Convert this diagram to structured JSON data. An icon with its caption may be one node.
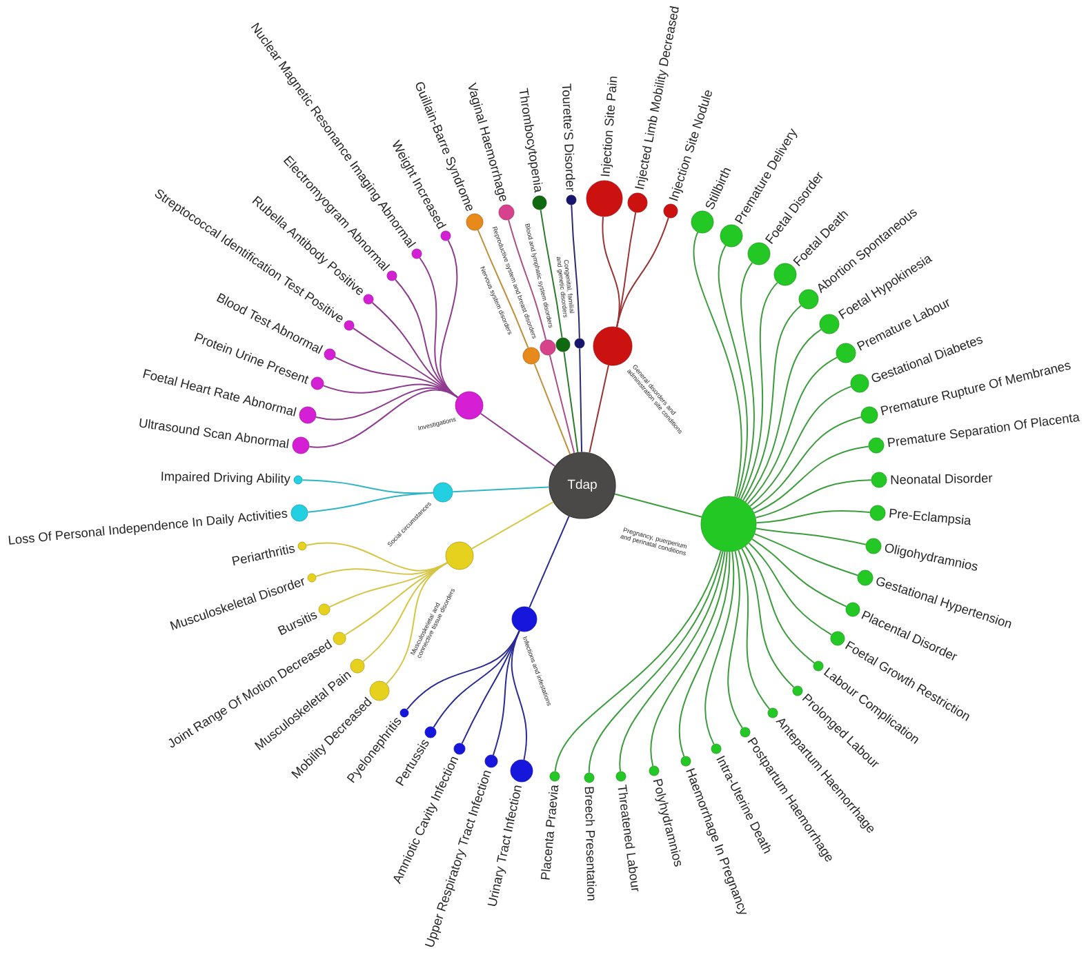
{
  "diagram": {
    "nodes": [
      {
        "text": [
          "Tdap"
        ]
      },
      {
        "text": [],
        "shape": "circle",
        "beside": [
          "Investigations"
        ]
      },
      {
        "text": [],
        "shape": "circle",
        "beside": [
          "Ultrasound Scan Abnormal"
        ]
      },
      {
        "text": [],
        "shape": "circle",
        "beside": [
          "Foetal Heart Rate Abnormal"
        ]
      },
      {
        "text": [],
        "shape": "circle",
        "beside": [
          "Protein Urine Present"
        ]
      },
      {
        "text": [],
        "shape": "circle",
        "beside": [
          "Blood Test Abnormal"
        ]
      },
      {
        "text": [],
        "shape": "circle",
        "beside": [
          "Streptococcal Identification Test Positive"
        ]
      },
      {
        "text": [],
        "shape": "circle",
        "beside": [
          "Rubella Antibody Positive"
        ]
      },
      {
        "text": [],
        "shape": "circle",
        "beside": [
          "Electromyogram Abnormal"
        ]
      },
      {
        "text": [],
        "shape": "circle",
        "beside": [
          "Nuclear Magnetic Resonance Imaging Abnormal"
        ]
      },
      {
        "text": [],
        "shape": "circle",
        "beside": [
          "Weight Increased"
        ]
      },
      {
        "text": [],
        "shape": "circle",
        "beside": [
          "Nervous system disorders"
        ]
      },
      {
        "text": [],
        "shape": "circle",
        "beside": [
          "Guillain-Barre Syndrome"
        ]
      },
      {
        "text": [],
        "shape": "circle",
        "beside": [
          "Reproductive system and breast disorders"
        ]
      },
      {
        "text": [],
        "shape": "circle",
        "beside": [
          "Vaginal Haemorrhage"
        ]
      },
      {
        "text": [],
        "shape": "circle",
        "beside": [
          "Blood and lymphatic system disorders"
        ]
      },
      {
        "text": [],
        "shape": "circle",
        "beside": [
          "Thrombocytopenia"
        ]
      },
      {
        "text": [],
        "shape": "circle",
        "beside": [
          "Congenital, familial and genetic disorders"
        ]
      },
      {
        "text": [],
        "shape": "circle",
        "beside": [
          "Tourette'S Disorder"
        ]
      },
      {
        "text": [],
        "shape": "circle",
        "beside": [
          "General disorders and administration site conditions"
        ]
      },
      {
        "text": [],
        "shape": "circle",
        "beside": [
          "Injection Site Pain"
        ]
      },
      {
        "text": [],
        "shape": "circle",
        "beside": [
          "Injected Limb Mobility Decreased"
        ]
      },
      {
        "text": [],
        "shape": "circle",
        "beside": [
          "Injection Site Nodule"
        ]
      },
      {
        "text": [],
        "shape": "circle",
        "beside": [
          "Pregnancy, puerperium and perinatal conditions"
        ]
      },
      {
        "text": [],
        "shape": "circle",
        "beside": [
          "Stillbirth"
        ]
      },
      {
        "text": [],
        "shape": "circle",
        "beside": [
          "Premature Delivery"
        ]
      },
      {
        "text": [],
        "shape": "circle",
        "beside": [
          "Foetal Disorder"
        ]
      },
      {
        "text": [],
        "shape": "circle",
        "beside": [
          "Foetal Death"
        ]
      },
      {
        "text": [],
        "shape": "circle",
        "beside": [
          "Abortion Spontaneous"
        ]
      },
      {
        "text": [],
        "shape": "circle",
        "beside": [
          "Foetal Hypokinesia"
        ]
      },
      {
        "text": [],
        "shape": "circle",
        "beside": [
          "Premature Labour"
        ]
      },
      {
        "text": [],
        "shape": "circle",
        "beside": [
          "Gestational Diabetes"
        ]
      },
      {
        "text": [],
        "shape": "circle",
        "beside": [
          "Premature Rupture Of Membranes"
        ]
      },
      {
        "text": [],
        "shape": "circle",
        "beside": [
          "Premature Separation Of Placenta"
        ]
      },
      {
        "text": [],
        "shape": "circle",
        "beside": [
          "Neonatal Disorder"
        ]
      },
      {
        "text": [],
        "shape": "circle",
        "beside": [
          "Pre-Eclampsia"
        ]
      },
      {
        "text": [],
        "shape": "circle",
        "beside": [
          "Oligohydramnios"
        ]
      },
      {
        "text": [],
        "shape": "circle",
        "beside": [
          "Gestational Hypertension"
        ]
      },
      {
        "text": [],
        "shape": "circle",
        "beside": [
          "Placental Disorder"
        ]
      },
      {
        "text": [],
        "shape": "circle",
        "beside": [
          "Foetal Growth Restriction"
        ]
      },
      {
        "text": [],
        "shape": "circle",
        "beside": [
          "Labour Complication"
        ]
      },
      {
        "text": [],
        "shape": "circle",
        "beside": [
          "Prolonged Labour"
        ]
      },
      {
        "text": [],
        "shape": "circle",
        "beside": [
          "Antepartum Haemorrhage"
        ]
      },
      {
        "text": [],
        "shape": "circle",
        "beside": [
          "Postpartum Haemorrhage"
        ]
      },
      {
        "text": [],
        "shape": "circle",
        "beside": [
          "Intra-Uterine Death"
        ]
      },
      {
        "text": [],
        "shape": "circle",
        "beside": [
          "Haemorrhage In Pregnancy"
        ]
      },
      {
        "text": [],
        "shape": "circle",
        "beside": [
          "Polyhydramnios"
        ]
      },
      {
        "text": [],
        "shape": "circle",
        "beside": [
          "Threatened Labour"
        ]
      },
      {
        "text": [],
        "shape": "circle",
        "beside": [
          "Breech Presentation"
        ]
      },
      {
        "text": [],
        "shape": "circle",
        "beside": [
          "Placenta Praevia"
        ]
      },
      {
        "text": [],
        "shape": "circle",
        "beside": [
          "Infections and infestations"
        ]
      },
      {
        "text": [],
        "shape": "circle",
        "beside": [
          "Urinary Tract Infection"
        ]
      },
      {
        "text": [],
        "shape": "circle",
        "beside": [
          "Upper Respiratory Tract Infection"
        ]
      },
      {
        "text": [],
        "shape": "circle",
        "beside": [
          "Amniotic Cavity Infection"
        ]
      },
      {
        "text": [],
        "shape": "circle",
        "beside": [
          "Pertussis"
        ]
      },
      {
        "text": [],
        "shape": "circle",
        "beside": [
          "Pyelonephritis"
        ]
      },
      {
        "text": [],
        "shape": "circle",
        "beside": [
          "Musculoskeletal and connective tissue disorders"
        ]
      },
      {
        "text": [],
        "shape": "circle",
        "beside": [
          "Mobility Decreased"
        ]
      },
      {
        "text": [],
        "shape": "circle",
        "beside": [
          "Musculoskeletal Pain"
        ]
      },
      {
        "text": [],
        "shape": "circle",
        "beside": [
          "Joint Range Of Motion Decreased"
        ]
      },
      {
        "text": [],
        "shape": "circle",
        "beside": [
          "Bursitis"
        ]
      },
      {
        "text": [],
        "shape": "circle",
        "beside": [
          "Musculoskeletal Disorder"
        ]
      },
      {
        "text": [],
        "shape": "circle",
        "beside": [
          "Periarthritis"
        ]
      },
      {
        "text": [],
        "shape": "circle",
        "beside": [
          "Social circumstances"
        ]
      },
      {
        "text": [],
        "shape": "circle",
        "beside": [
          "Loss Of Personal Independence In Daily Activities"
        ]
      },
      {
        "text": [],
        "shape": "circle",
        "beside": [
          "Impaired Driving Ability"
        ]
      }
    ],
    "edges": [
      {
        "from": 0,
        "to": 1,
        "arrow": "none",
        "color": "#8e3a8e"
      },
      {
        "from": 1,
        "to": 2,
        "arrow": "none",
        "color": "#8e3a8e"
      },
      {
        "from": 1,
        "to": 3,
        "arrow": "none",
        "color": "#8e3a8e"
      },
      {
        "from": 1,
        "to": 4,
        "arrow": "none",
        "color": "#8e3a8e"
      },
      {
        "from": 1,
        "to": 5,
        "arrow": "none",
        "color": "#8e3a8e"
      },
      {
        "from": 1,
        "to": 6,
        "arrow": "none",
        "color": "#8e3a8e"
      },
      {
        "from": 1,
        "to": 7,
        "arrow": "none",
        "color": "#8e3a8e"
      },
      {
        "from": 1,
        "to": 8,
        "arrow": "none",
        "color": "#8e3a8e"
      },
      {
        "from": 1,
        "to": 9,
        "arrow": "none",
        "color": "#8e3a8e"
      },
      {
        "from": 1,
        "to": 10,
        "arrow": "none",
        "color": "#8e3a8e"
      },
      {
        "from": 0,
        "to": 11,
        "arrow": "none",
        "color": "#c0903c"
      },
      {
        "from": 11,
        "to": 12,
        "arrow": "none",
        "color": "#c0903c"
      },
      {
        "from": 0,
        "to": 13,
        "arrow": "none",
        "color": "#a84f86"
      },
      {
        "from": 13,
        "to": 14,
        "arrow": "none",
        "color": "#a84f86"
      },
      {
        "from": 0,
        "to": 15,
        "arrow": "none",
        "color": "#2b7a2b"
      },
      {
        "from": 15,
        "to": 16,
        "arrow": "none",
        "color": "#2b7a2b"
      },
      {
        "from": 0,
        "to": 17,
        "arrow": "none",
        "color": "#2a2a6e"
      },
      {
        "from": 17,
        "to": 18,
        "arrow": "none",
        "color": "#2a2a6e"
      },
      {
        "from": 0,
        "to": 19,
        "arrow": "none",
        "color": "#993333"
      },
      {
        "from": 19,
        "to": 20,
        "arrow": "none",
        "color": "#993333"
      },
      {
        "from": 19,
        "to": 21,
        "arrow": "none",
        "color": "#993333"
      },
      {
        "from": 19,
        "to": 22,
        "arrow": "none",
        "color": "#993333"
      },
      {
        "from": 0,
        "to": 23,
        "arrow": "none"
      },
      {
        "from": 23,
        "to": 24,
        "arrow": "none"
      },
      {
        "from": 23,
        "to": 25,
        "arrow": "none"
      },
      {
        "from": 23,
        "to": 26,
        "arrow": "none"
      },
      {
        "from": 23,
        "to": 27,
        "arrow": "none"
      },
      {
        "from": 23,
        "to": 28,
        "arrow": "none"
      },
      {
        "from": 23,
        "to": 29,
        "arrow": "none"
      },
      {
        "from": 23,
        "to": 30,
        "arrow": "none"
      },
      {
        "from": 23,
        "to": 31,
        "arrow": "none"
      },
      {
        "from": 23,
        "to": 32,
        "arrow": "none"
      },
      {
        "from": 23,
        "to": 33,
        "arrow": "none"
      },
      {
        "from": 23,
        "to": 34,
        "arrow": "none"
      },
      {
        "from": 23,
        "to": 35,
        "arrow": "none"
      },
      {
        "from": 23,
        "to": 36,
        "arrow": "none"
      },
      {
        "from": 23,
        "to": 37,
        "arrow": "none"
      },
      {
        "from": 23,
        "to": 38,
        "arrow": "none"
      },
      {
        "from": 23,
        "to": 39,
        "arrow": "none"
      },
      {
        "from": 23,
        "to": 40,
        "arrow": "none"
      },
      {
        "from": 23,
        "to": 41,
        "arrow": "none"
      },
      {
        "from": 23,
        "to": 42,
        "arrow": "none"
      },
      {
        "from": 23,
        "to": 43,
        "arrow": "none"
      },
      {
        "from": 23,
        "to": 44,
        "arrow": "none"
      },
      {
        "from": 23,
        "to": 45,
        "arrow": "none"
      },
      {
        "from": 23,
        "to": 46,
        "arrow": "none"
      },
      {
        "from": 23,
        "to": 47,
        "arrow": "none"
      },
      {
        "from": 23,
        "to": 48,
        "arrow": "none"
      },
      {
        "from": 23,
        "to": 49,
        "arrow": "none"
      },
      {
        "from": 0,
        "to": 50,
        "arrow": "none",
        "color": "#2a2a94"
      },
      {
        "from": 50,
        "to": 51,
        "arrow": "none",
        "color": "#2a2a94"
      },
      {
        "from": 50,
        "to": 52,
        "arrow": "none",
        "color": "#2a2a94"
      },
      {
        "from": 50,
        "to": 53,
        "arrow": "none",
        "color": "#2a2a94"
      },
      {
        "from": 50,
        "to": 54,
        "arrow": "none",
        "color": "#2a2a94"
      },
      {
        "from": 50,
        "to": 55,
        "arrow": "none",
        "color": "#2a2a94"
      },
      {
        "from": 0,
        "to": 56,
        "arrow": "none",
        "color": "#d6c545"
      },
      {
        "from": 56,
        "to": 57,
        "arrow": "none",
        "color": "#d6c545"
      },
      {
        "from": 56,
        "to": 58,
        "arrow": "none",
        "color": "#d6c545"
      },
      {
        "from": 56,
        "to": 59,
        "arrow": "none",
        "color": "#d6c545"
      },
      {
        "from": 56,
        "to": 60,
        "arrow": "none",
        "color": "#d6c545"
      },
      {
        "from": 56,
        "to": 61,
        "arrow": "none",
        "color": "#d6c545"
      },
      {
        "from": 56,
        "to": 62,
        "arrow": "none",
        "color": "#d6c545"
      },
      {
        "from": 0,
        "to": 63,
        "arrow": "none",
        "color": "#2fb4c4"
      },
      {
        "from": 63,
        "to": 64,
        "arrow": "none",
        "color": "#2fb4c4"
      },
      {
        "from": 63,
        "to": 65,
        "arrow": "none",
        "color": "#2fb4c4"
      }
    ]
  }
}
